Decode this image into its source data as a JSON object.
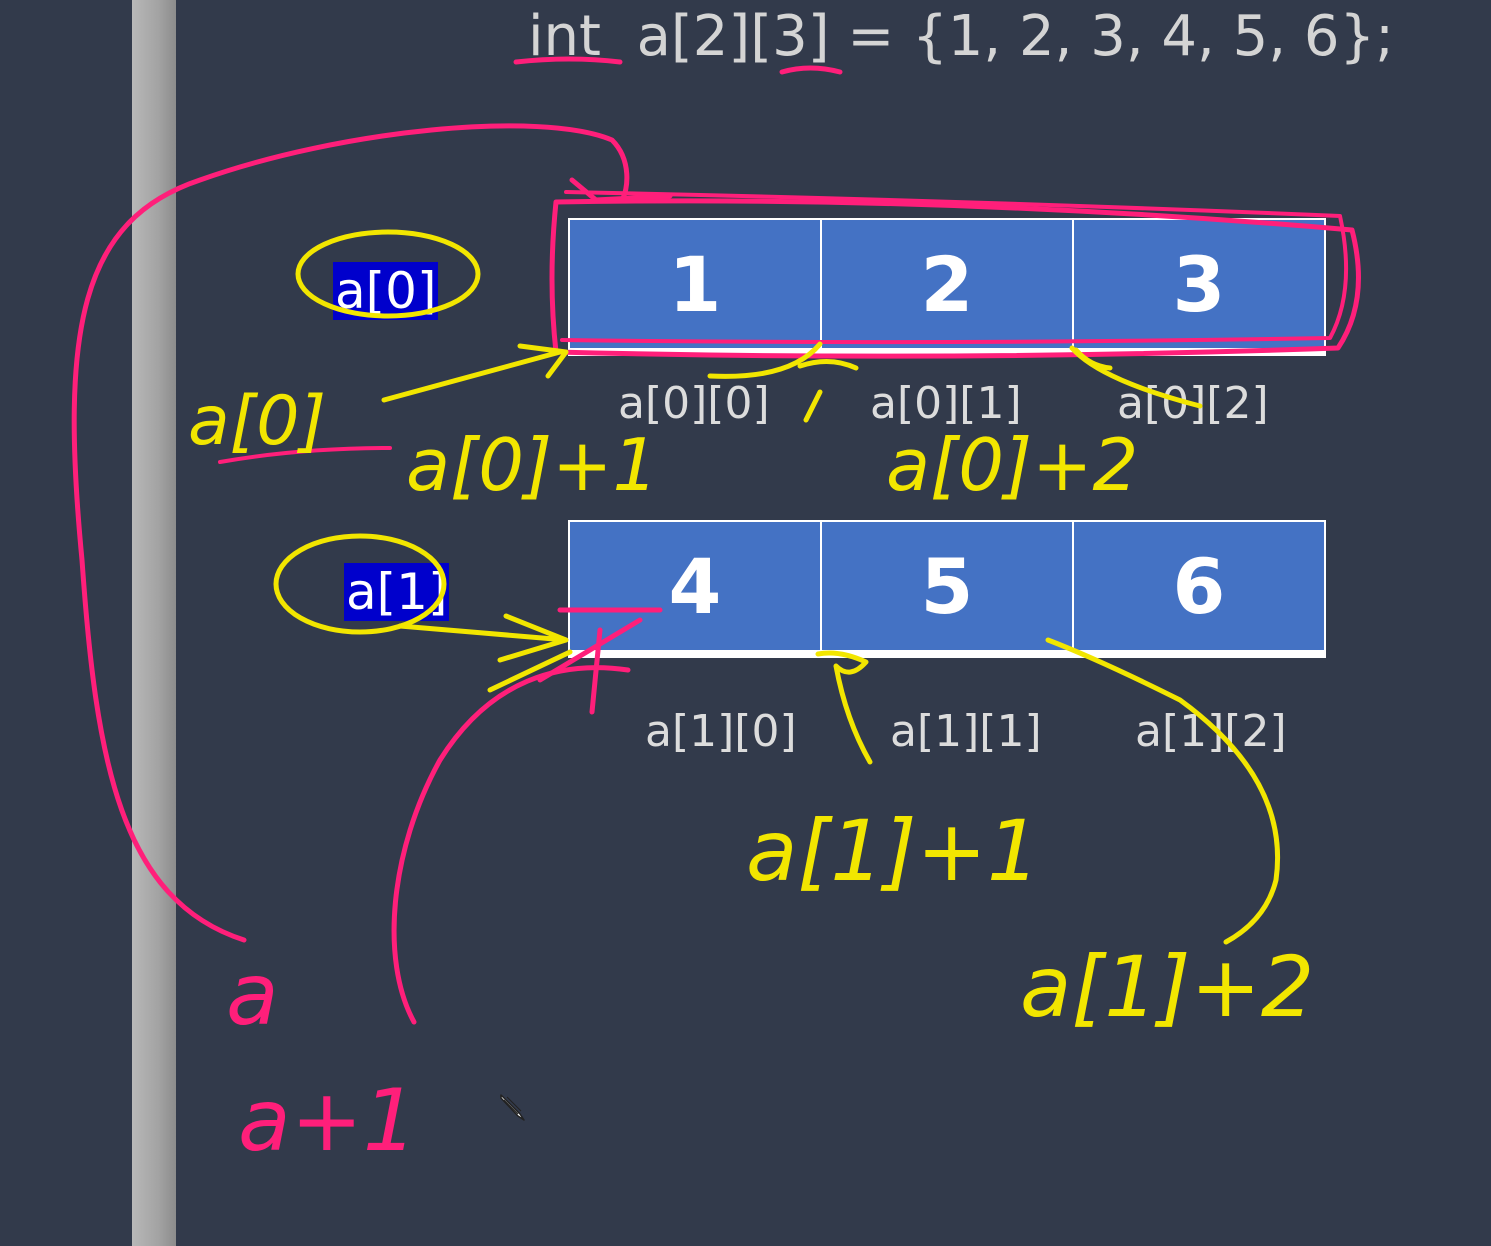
{
  "declaration": "int  a[2][3] = {1, 2, 3, 4, 5, 6};",
  "rows": [
    {
      "label": "a[0]",
      "cells": [
        "1",
        "2",
        "3"
      ],
      "element_labels": [
        "a[0][0]",
        "a[0][1]",
        "a[0][2]"
      ]
    },
    {
      "label": "a[1]",
      "cells": [
        "4",
        "5",
        "6"
      ],
      "element_labels": [
        "a[1][0]",
        "a[1][1]",
        "a[1][2]"
      ]
    }
  ],
  "annotations": {
    "yellow": [
      "a[0]",
      "a[0]+1",
      "a[0]+2",
      "a[1]+1",
      "a[1]+2"
    ],
    "pink": [
      "a",
      "a+1"
    ]
  },
  "colors": {
    "background": "#323a4b",
    "cell_fill": "#4472c4",
    "row_label_highlight": "#0000cc",
    "yellow_ink": "#f2e600",
    "pink_ink": "#ff1f7a"
  },
  "icons": {
    "cursor": "pencil-cursor-icon"
  }
}
